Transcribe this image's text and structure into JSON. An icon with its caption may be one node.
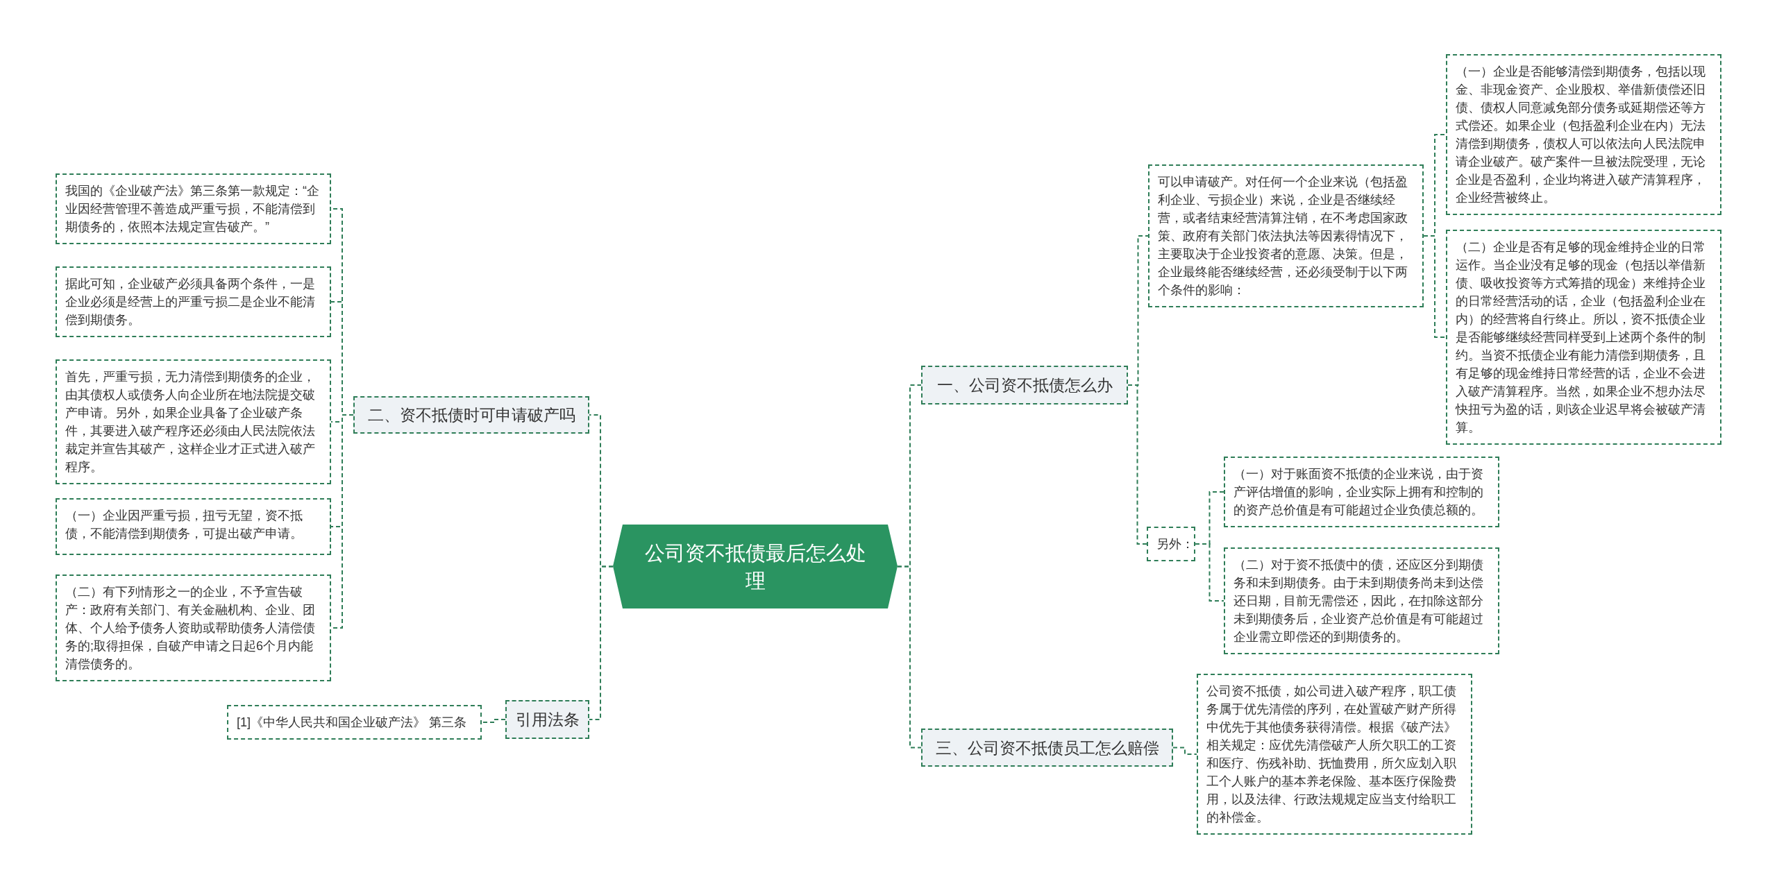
{
  "diagram": {
    "nodes": [
      {
        "text": [
          "公司资不抵债最后怎么处理"
        ]
      },
      {
        "text": [
          "一、公司资不抵债怎么办"
        ]
      },
      {
        "text": [
          "可以申请破产。对任何一个企业来说（包括盈利企业、亏损企业）来说，企业是否继续经营，或者结束经营清算注销，在不考虑国家政策、政府有关部门依法执法等因素得情况下，主要取决于企业投资者的意愿、决策。但是，企业最终能否继续经营，还必须受制于以下两个条件的影响："
        ]
      },
      {
        "text": [
          "（一）企业是否能够清偿到期债务，包括以现金、非现金资产、企业股权、举借新债偿还旧债、债权人同意减免部分债务或延期偿还等方式偿还。如果企业（包括盈利企业在内）无法清偿到期债务，债权人可以依法向人民法院申请企业破产。破产案件一旦被法院受理，无论企业是否盈利，企业均将进入破产清算程序，企业经营被终止。"
        ]
      },
      {
        "text": [
          "（二）企业是否有足够的现金维持企业的日常运作。当企业没有足够的现金（包括以举借新债、吸收投资等方式筹措的现金）来维持企业的日常经营活动的话，企业（包括盈利企业在内）的经营将自行终止。所以，资不抵债企业是否能够继续经营同样受到上述两个条件的制约。当资不抵债企业有能力清偿到期债务，且有足够的现金维持日常经营的话，企业不会进入破产清算程序。当然，如果企业不想办法尽快扭亏为盈的话，则该企业迟早将会被破产清算。"
        ]
      },
      {
        "text": [
          "另外："
        ]
      },
      {
        "text": [
          "（一）对于账面资不抵债的企业来说，由于资产评估增值的影响，企业实际上拥有和控制的的资产总价值是有可能超过企业负债总额的。"
        ]
      },
      {
        "text": [
          "（二）对于资不抵债中的债，还应区分到期债务和未到期债务。由于未到期债务尚未到达偿还日期，目前无需偿还，因此，在扣除这部分未到期债务后，企业资产总价值是有可能超过企业需立即偿还的到期债务的。"
        ]
      },
      {
        "text": [
          "三、公司资不抵债员工怎么赔偿"
        ]
      },
      {
        "text": [
          "公司资不抵债，如公司进入破产程序，职工债务属于优先清偿的序列，在处置破产财产所得中优先于其他债务获得清偿。根据《破产法》相关规定：应优先清偿破产人所欠职工的工资和医疗、伤残补助、抚恤费用，所欠应划入职工个人账户的基本养老保险、基本医疗保险费用，以及法律、行政法规规定应当支付给职工的补偿金。"
        ]
      },
      {
        "text": [
          "二、资不抵债时可申请破产吗"
        ]
      },
      {
        "text": [
          "我国的《企业破产法》第三条第一款规定：“企业因经营管理不善造成严重亏损，不能清偿到期债务的，依照本法规定宣告破产。”"
        ]
      },
      {
        "text": [
          "据此可知，企业破产必须具备两个条件，一是企业必须是经营上的严重亏损二是企业不能清偿到期债务。"
        ]
      },
      {
        "text": [
          "首先，严重亏损，无力清偿到期债务的企业，由其债权人或债务人向企业所在地法院提交破产申请。另外，如果企业具备了企业破产条件，其要进入破产程序还必须由人民法院依法裁定并宣告其破产，这样企业才正式进入破产程序。"
        ]
      },
      {
        "text": [
          "（一）企业因严重亏损，扭亏无望，资不抵债，不能清偿到期债务，可提出破产申请。"
        ]
      },
      {
        "text": [
          "（二）有下列情形之一的企业，不予宣告破产：政府有关部门、有关金融机构、企业、团体、个人给予债务人资助或帮助债务人清偿债务的;取得担保，自破产申请之日起6个月内能清偿债务的。"
        ]
      },
      {
        "text": [
          "引用法条"
        ]
      },
      {
        "text": [
          "[1]《中华人民共和国企业破产法》 第三条"
        ]
      }
    ],
    "edges": [
      {
        "from": 0,
        "to": 1,
        "arrow": "none"
      },
      {
        "from": 1,
        "to": 2,
        "arrow": "none"
      },
      {
        "from": 2,
        "to": 3,
        "arrow": "none"
      },
      {
        "from": 2,
        "to": 4,
        "arrow": "none"
      },
      {
        "from": 1,
        "to": 5,
        "arrow": "none"
      },
      {
        "from": 5,
        "to": 6,
        "arrow": "none"
      },
      {
        "from": 5,
        "to": 7,
        "arrow": "none"
      },
      {
        "from": 0,
        "to": 8,
        "arrow": "none"
      },
      {
        "from": 8,
        "to": 9,
        "arrow": "none"
      },
      {
        "from": 0,
        "to": 10,
        "arrow": "none"
      },
      {
        "from": 10,
        "to": 11,
        "arrow": "none"
      },
      {
        "from": 10,
        "to": 12,
        "arrow": "none"
      },
      {
        "from": 10,
        "to": 13,
        "arrow": "none"
      },
      {
        "from": 10,
        "to": 14,
        "arrow": "none"
      },
      {
        "from": 10,
        "to": 15,
        "arrow": "none"
      },
      {
        "from": 0,
        "to": 16,
        "arrow": "none"
      },
      {
        "from": 16,
        "to": 17,
        "arrow": "none"
      }
    ]
  }
}
